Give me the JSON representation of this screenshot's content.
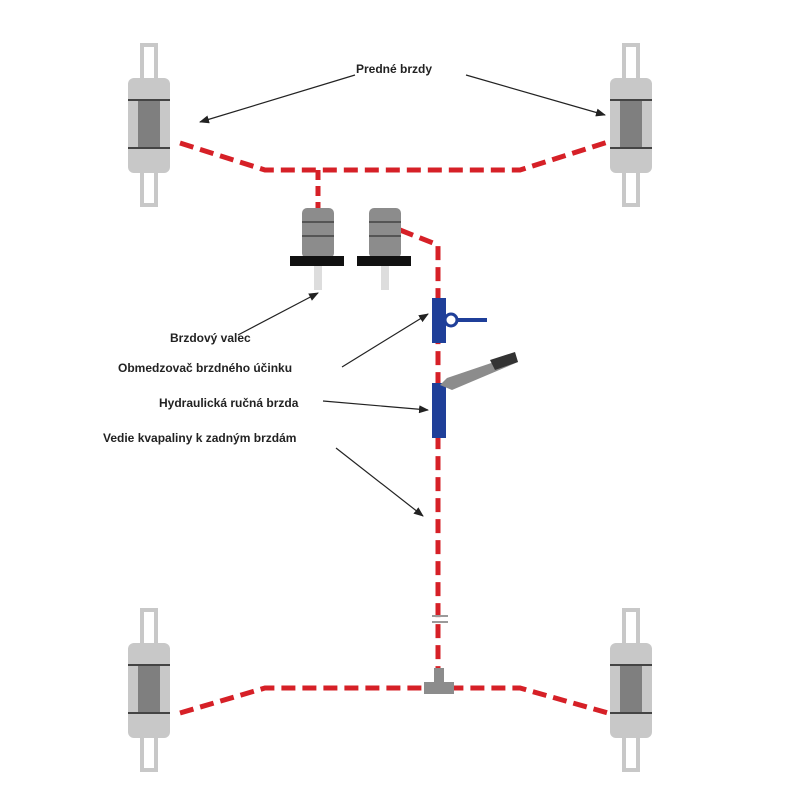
{
  "labels": {
    "front_brakes": "Predné brzdy",
    "brake_cylinder": "Brzdový valec",
    "brake_limiter": "Obmedzovač brzdného účinku",
    "hydraulic_handbrake": "Hydraulická ručná brzda",
    "rear_line": "Vedie kvapaliny k zadným brzdám"
  },
  "colors": {
    "brake_line": "#d62027",
    "wheel_body": "#c8c8c8",
    "wheel_core": "#7f7f7f",
    "valve_blue": "#1f3f99",
    "cylinder_body": "#8c8c8c",
    "cylinder_base": "#111111",
    "arrow": "#222222"
  }
}
